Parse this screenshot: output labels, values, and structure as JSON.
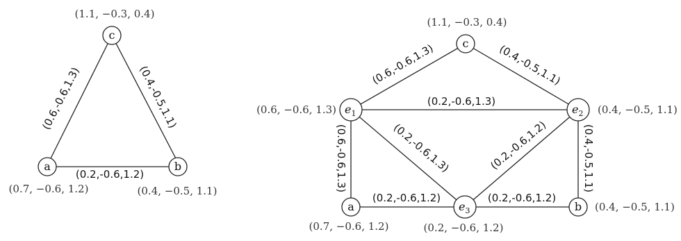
{
  "left_graph": {
    "nodes": {
      "c": {
        "label": "c",
        "coord": "(1.1, −0.3, 0.4)"
      },
      "a": {
        "label": "a",
        "coord": "(0.7, −0.6, 1.2)"
      },
      "b": {
        "label": "b",
        "coord": "(0.4, −0.5, 1.1)"
      }
    },
    "edges": {
      "ac": "(0.6,-0.6,1.3)",
      "cb": "(0.4,-0.5,1.1)",
      "ab": "(0.2,-0.6,1.2)"
    }
  },
  "right_graph": {
    "nodes": {
      "c": {
        "label": "c",
        "coord": "(1.1, −0.3, 0.4)"
      },
      "e1": {
        "label": "e",
        "sub": "1",
        "coord": "(0.6, −0.6, 1.3)"
      },
      "e2": {
        "label": "e",
        "sub": "2",
        "coord": "(0.4, −0.5, 1.1)"
      },
      "e3": {
        "label": "e",
        "sub": "3",
        "coord": "(0.2, −0.6, 1.2)"
      },
      "a": {
        "label": "a",
        "coord": "(0.7, −0.6, 1.2)"
      },
      "b": {
        "label": "b",
        "coord": "(0.4, −0.5, 1.1)"
      }
    },
    "edges": {
      "e1c": "(0.6,-0.6,1.3)",
      "ce2": "(0.4,-0.5,1.1)",
      "e1e2": "(0.2,-0.6,1.3)",
      "e1e3": "(0.2,-0.6,1.3)",
      "e3e2": "(0.2,-0.6,1.2)",
      "e1a": "(0.6,-0.6,1.3)",
      "e2b": "(0.4,-0.5,1.1)",
      "ae3": "(0.2,-0.6,1.2)",
      "e3b": "(0.2,-0.6,1.2)"
    }
  }
}
